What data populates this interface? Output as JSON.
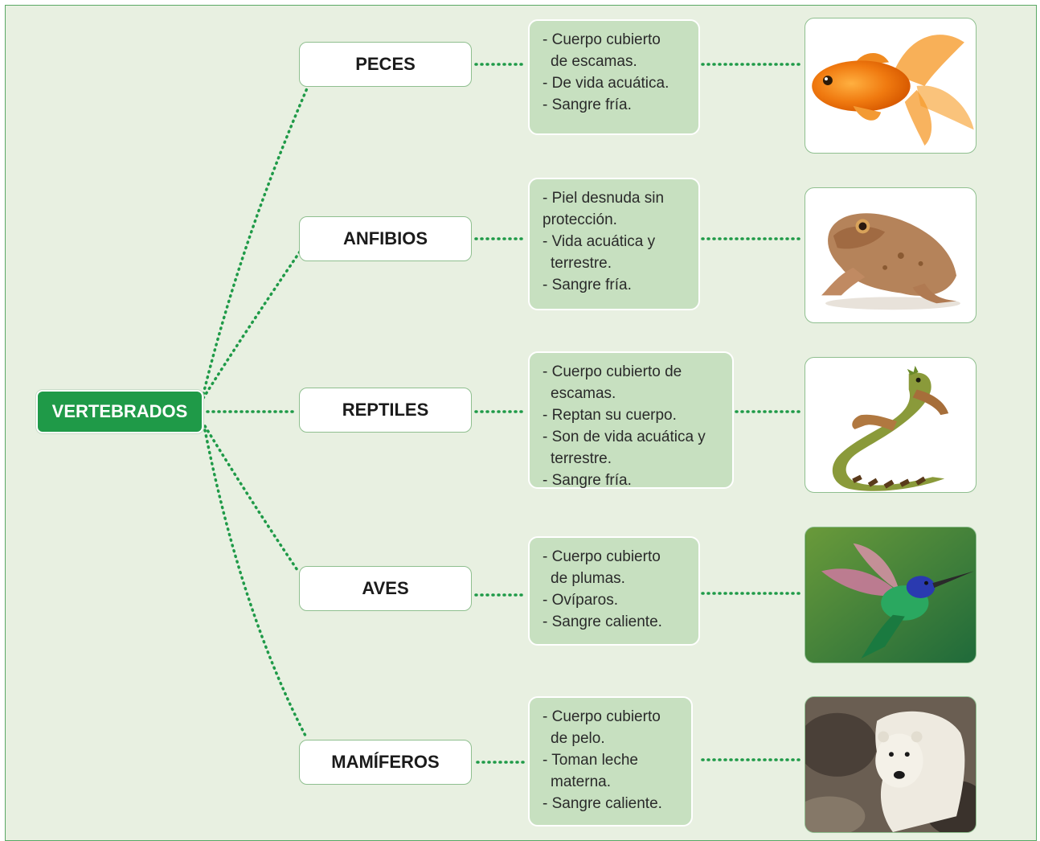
{
  "root": {
    "label": "VERTEBRADOS"
  },
  "classes": [
    {
      "name": "PECES",
      "lines": [
        "- Cuerpo cubierto",
        "de escamas.",
        "- De vida acuática.",
        "- Sangre fría."
      ],
      "image": "goldfish-image"
    },
    {
      "name": "ANFIBIOS",
      "lines": [
        "- Piel desnuda sin",
        "protección.",
        "- Vida acuática y",
        "terrestre.",
        "- Sangre fría."
      ],
      "image": "toad-image"
    },
    {
      "name": "REPTILES",
      "lines": [
        "- Cuerpo cubierto de",
        "escamas.",
        "- Reptan su cuerpo.",
        "- Son de vida acuática y",
        "terrestre.",
        "- Sangre fría."
      ],
      "image": "iguana-image"
    },
    {
      "name": "AVES",
      "lines": [
        "- Cuerpo cubierto",
        "de plumas.",
        "- Ovíparos.",
        "- Sangre caliente."
      ],
      "image": "hummingbird-image"
    },
    {
      "name": "MAMÍFEROS",
      "lines": [
        "- Cuerpo cubierto",
        "de pelo.",
        "- Toman leche",
        "materna.",
        "- Sangre caliente."
      ],
      "image": "polar-bear-image"
    }
  ],
  "colors": {
    "accent_green": "#1f9a48",
    "panel_background": "#e8f0e1",
    "description_background": "#c7e0c0",
    "connector": "#1f9a48"
  }
}
